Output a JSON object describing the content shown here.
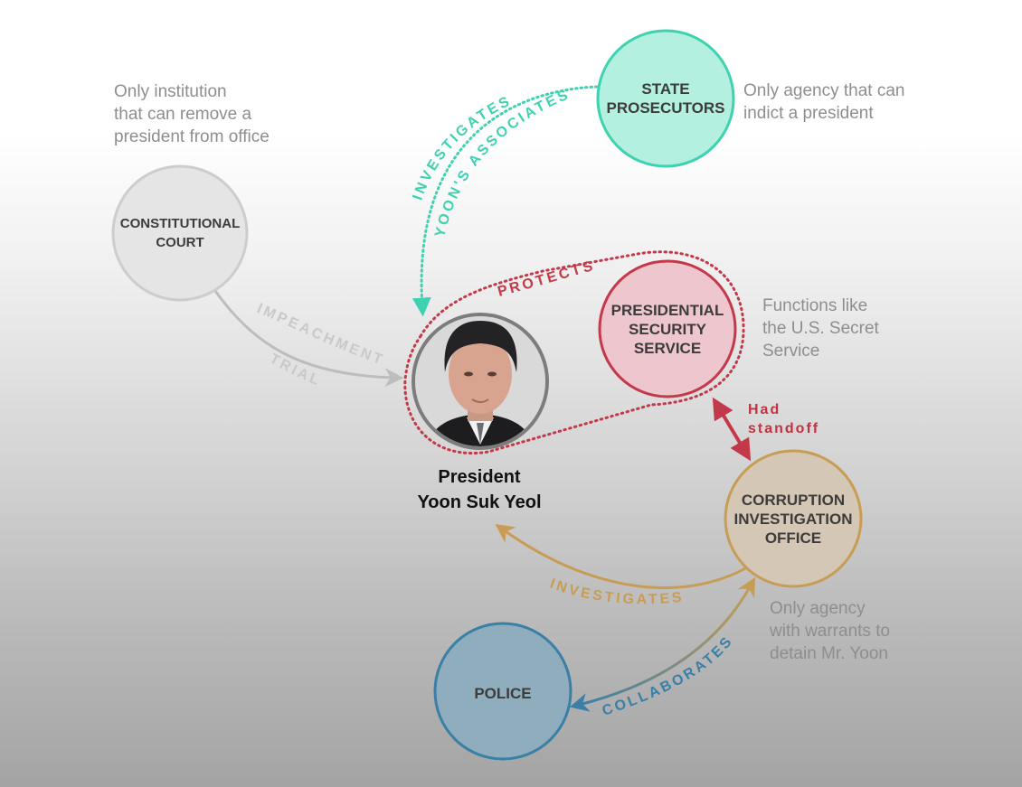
{
  "colors": {
    "court": "#cdcdcd",
    "prosecutors": "#3fd2b0",
    "security": "#c4394a",
    "cio": "#c79d55",
    "police": "#3a7fa6",
    "impeachment": "#bdbdbd"
  },
  "nodes": {
    "court": {
      "label": "Constitutional\nCourt"
    },
    "prosecutors": {
      "label": "State\nProsecutors"
    },
    "security": {
      "label": "Presidential\nSecurity\nService"
    },
    "cio": {
      "label": "Corruption\nInvestigation\nOffice"
    },
    "police": {
      "label": "Police"
    },
    "president": {
      "name": "President\nYoon Suk Yeol",
      "photo": "portrait-of-president"
    }
  },
  "annotations": {
    "court": "Only institution\nthat can remove a\npresident from office",
    "prosecutors": "Only agency that can\nindict a president",
    "security": "Functions like\nthe U.S. Secret\nService",
    "cio": "Only agency\nwith warrants to\ndetain Mr. Yoon"
  },
  "edges": {
    "prosecutors_investigates": "Investigates",
    "prosecutors_associates": "Yoon's associates",
    "protects": "Protects",
    "impeachment": "Impeachment",
    "trial": "Trial",
    "had_standoff": "Had\nstandoff",
    "cio_investigates": "Investigates",
    "collaborates": "Collaborates"
  }
}
